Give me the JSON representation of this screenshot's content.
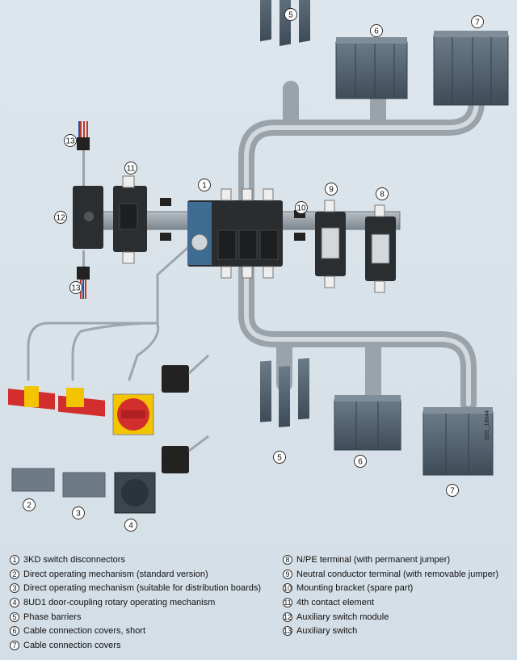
{
  "doc_id": "I201_18844",
  "callouts": [
    "5",
    "6",
    "7",
    "13",
    "11",
    "1",
    "10",
    "9",
    "8",
    "12",
    "13",
    "2",
    "3",
    "4",
    "5",
    "6",
    "7"
  ],
  "legend": {
    "left": [
      {
        "num": "1",
        "text": "3KD switch disconnectors"
      },
      {
        "num": "2",
        "text": "Direct operating mechanism (standard version)"
      },
      {
        "num": "3",
        "text": "Direct operating mechanism (suitable for distribution boards)"
      },
      {
        "num": "4",
        "text": "8UD1 door-coupling rotary operating mechanism"
      },
      {
        "num": "5",
        "text": "Phase barriers"
      },
      {
        "num": "6",
        "text": "Cable connection covers, short"
      },
      {
        "num": "7",
        "text": "Cable connection covers"
      }
    ],
    "right": [
      {
        "num": "8",
        "text": "N/PE terminal (with permanent jumper)"
      },
      {
        "num": "9",
        "text": "Neutral conductor terminal (with removable jumper)"
      },
      {
        "num": "10",
        "text": "Mounting bracket (spare part)"
      },
      {
        "num": "11",
        "text": "4th contact element"
      },
      {
        "num": "12",
        "text": "Auxiliary switch module"
      },
      {
        "num": "13",
        "text": "Auxiliary switch"
      }
    ]
  }
}
